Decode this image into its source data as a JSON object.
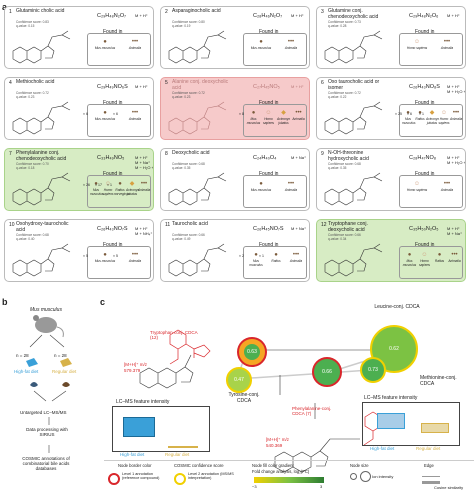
{
  "panel_a": {
    "letter": "a",
    "found_in_label": "Found in",
    "cards": [
      {
        "idx": "1",
        "name": "Glutaminic cholic acid",
        "formula": "C₂₉H₄₈N₂O₇",
        "adduct": "M + H⁺",
        "score": "Confidence score: 0.83\nq-value: 0.15",
        "organisms": [
          {
            "name": "Mus musculus",
            "count": "",
            "icon": "mouse"
          },
          {
            "name": "Animalia",
            "count": "",
            "icon": "paw"
          }
        ]
      },
      {
        "idx": "2",
        "name": "Asparaginocholic acid",
        "formula": "C₂₈H₄₆N₂O₇",
        "adduct": "M + H⁺",
        "score": "Confidence score: 0.80\nq-value: 0.19",
        "organisms": [
          {
            "name": "Mus musculus",
            "count": "",
            "icon": "mouse"
          },
          {
            "name": "Animalia",
            "count": "",
            "icon": "paw"
          }
        ]
      },
      {
        "idx": "3",
        "name": "Glutamine conj. chenodeoxycholic acid",
        "formula": "C₂₉H₄₈N₂O₆",
        "adduct": "M + H⁺",
        "score": "Confidence score: 0.73\nq-value: 0.28",
        "organisms": [
          {
            "name": "Homo sapiens",
            "count": "",
            "icon": "human"
          },
          {
            "name": "Animalia",
            "count": "",
            "icon": "paw"
          }
        ]
      },
      {
        "idx": "4",
        "name": "Methiocholic acid",
        "formula": "C₂₉H₄₉NO₆S",
        "adduct": "M + H⁺",
        "score": "Confidence score: 0.72\nq-value: 0.23",
        "organisms": [
          {
            "name": "Mus musculus",
            "count": "× 6",
            "icon": "mouse"
          },
          {
            "name": "Animalia",
            "count": "× 6",
            "icon": "paw"
          }
        ]
      },
      {
        "idx": "5",
        "name": "Alanine conj. deoxycholic acid",
        "formula": "C₂₇H₄₅NO₅",
        "adduct": "M + H⁺",
        "score": "Confidence score: 0.72\nq-value: 0.23",
        "organisms": [
          {
            "name": "Mus musculus",
            "count": "× 8",
            "icon": "mouse"
          },
          {
            "name": "Homo sapiens",
            "count": "",
            "icon": "human"
          },
          {
            "name": "Acinonyx jubatus",
            "count": "",
            "icon": "cat"
          },
          {
            "name": "Animalia",
            "count": "",
            "icon": "paw"
          }
        ]
      },
      {
        "idx": "6",
        "name": "Oxo taurocholic acid or isomer",
        "formula": "C₂₆H₄₃NO₈S",
        "adduct": "M + H⁺\nM + H₂O + H⁺",
        "score": "Confidence score: 0.72\nq-value: 0.22",
        "organisms": [
          {
            "name": "Mus musculus",
            "count": "× 25",
            "icon": "mouse"
          },
          {
            "name": "Rattus",
            "count": "× 6",
            "icon": "rat"
          },
          {
            "name": "Acinonyx jubatus",
            "count": "× 1",
            "icon": "cat"
          },
          {
            "name": "Homo sapiens",
            "count": "",
            "icon": "human"
          },
          {
            "name": "Animalia",
            "count": "",
            "icon": "paw"
          }
        ]
      },
      {
        "idx": "7",
        "name": "Phenylalanine conj. chenodeoxycholic acid",
        "formula": "C₃₃H₄₉NO₅",
        "adduct": "M + H⁺\nM + Na⁺\nM − H₂O + H⁺",
        "score": "Confidence score: 0.70\nq-value: 0.18",
        "organisms": [
          {
            "name": "Mus musculus",
            "count": "× 26",
            "icon": "mouse"
          },
          {
            "name": "Homo sapiens",
            "count": "× 17",
            "icon": "human"
          },
          {
            "name": "Rattus norvegicus",
            "count": "× 1",
            "icon": "rat"
          },
          {
            "name": "Acinonyx jubatus",
            "count": "",
            "icon": "cat"
          },
          {
            "name": "Animalia",
            "count": "",
            "icon": "paw"
          }
        ]
      },
      {
        "idx": "8",
        "name": "Deoxycholic acid",
        "formula": "C₂₄H₄₀O₄",
        "adduct": "M + Na⁺",
        "score": "Confidence score: 0.68\nq-value: 0.35",
        "organisms": [
          {
            "name": "Mus musculus",
            "count": "",
            "icon": "mouse"
          },
          {
            "name": "Animalia",
            "count": "",
            "icon": "paw"
          }
        ]
      },
      {
        "idx": "9",
        "name": "N-OH-threonine hydroxycholic acid",
        "formula": "C₂₈H₄₇NO₈",
        "adduct": "M + H⁺\nM + H₂O + H⁺",
        "score": "Confidence score: 0.68\nq-value: 0.35",
        "organisms": [
          {
            "name": "Homo sapiens",
            "count": "",
            "icon": "human"
          },
          {
            "name": "Animalia",
            "count": "",
            "icon": "paw"
          }
        ]
      },
      {
        "idx": "10",
        "name": "Oxohydroxy-taurocholic acid",
        "formula": "C₂₆H₄₃NO₇S",
        "adduct": "M + H⁺\nM + NH₄⁺",
        "score": "Confidence score: 0.68\nq-value: 0.40",
        "organisms": [
          {
            "name": "Mus musculus",
            "count": "× 5",
            "icon": "mouse"
          },
          {
            "name": "Animalia",
            "count": "× 5",
            "icon": "paw"
          }
        ]
      },
      {
        "idx": "11",
        "name": "Taurocholic acid",
        "formula": "C₂₆H₄₅NO₇S",
        "adduct": "M + Na⁺",
        "score": "Confidence score: 0.66\nq-value: 0.49",
        "organisms": [
          {
            "name": "Mus musculus",
            "count": "× 2",
            "icon": "mouse"
          },
          {
            "name": "Rattus",
            "count": "× 1",
            "icon": "rat"
          },
          {
            "name": "Animalia",
            "count": "",
            "icon": "paw"
          }
        ]
      },
      {
        "idx": "12",
        "name": "Tryptophane conj. deoxycholic acid",
        "formula": "C₃₅H₅₀N₂O₅",
        "adduct": "M + H⁺\nM + Na⁺",
        "score": "Confidence score: 0.66\nq-value: 0.34",
        "organisms": [
          {
            "name": "Mus musculus",
            "count": "",
            "icon": "mouse"
          },
          {
            "name": "Homo sapiens",
            "count": "",
            "icon": "human"
          },
          {
            "name": "Rattus",
            "count": "",
            "icon": "rat"
          },
          {
            "name": "Animalia",
            "count": "",
            "icon": "paw"
          }
        ]
      }
    ]
  },
  "panel_b": {
    "letter": "b",
    "species": "Mus musculus",
    "n_left": "n = 28",
    "n_right": "n = 28",
    "diet_high": "High-fat diet",
    "diet_regular": "Regular diet",
    "step1": "Untargeted LC–MS/MS",
    "step2": "Data processing with SIRIUS",
    "step3": "COSMIC annotations of combinatorial bile acids databases"
  },
  "panel_c": {
    "letter": "c",
    "trp_label": "Tryptophan-conj. CDCA (12)",
    "trp_mz": "[M+H]⁺ m/z 579.379",
    "phe_label": "Phenylalanine-conj. CDCA (7)",
    "phe_mz": "[M+H]⁺ m/z 540.369",
    "leucine_label": "Leucine-conj. CDCA",
    "methionine_label": "Methionine-conj. CDCA",
    "tyrosine_label": "Tyrosine-conj. CDCA",
    "lcms_title": "LC–MS feature intensity",
    "high_fat": "High-fat diet",
    "regular": "Regular diet",
    "nodes": [
      {
        "id": "trp",
        "value": "0.63"
      },
      {
        "id": "tyr",
        "value": "0.47"
      },
      {
        "id": "phe",
        "value": "0.66"
      },
      {
        "id": "leu",
        "value": "0.62"
      },
      {
        "id": "met",
        "value": "0.73"
      }
    ],
    "legend": {
      "border_title": "Node border color",
      "level1": "Level 1 annotation (reference compound)",
      "level2": "Level 2 annotation (MS/MS interpretation)",
      "conf_title": "COSMIC confidence score",
      "fill_title": "Node fill color gradient",
      "fold_title": "Fold change analysis, log₂(FC)",
      "fill_min": "−3",
      "fill_max": "3",
      "size_title": "Node size",
      "size_label": "Ion intensity",
      "edge_title": "Edge",
      "edge_label": "Cosine similarity"
    }
  },
  "colors": {
    "red_card": "#f6caca",
    "green_card": "#d7ecc4",
    "high_fat": "#3aa0d8",
    "regular": "#d7b24a",
    "level1_border": "#d9262b",
    "level2_border": "#f1d000"
  }
}
